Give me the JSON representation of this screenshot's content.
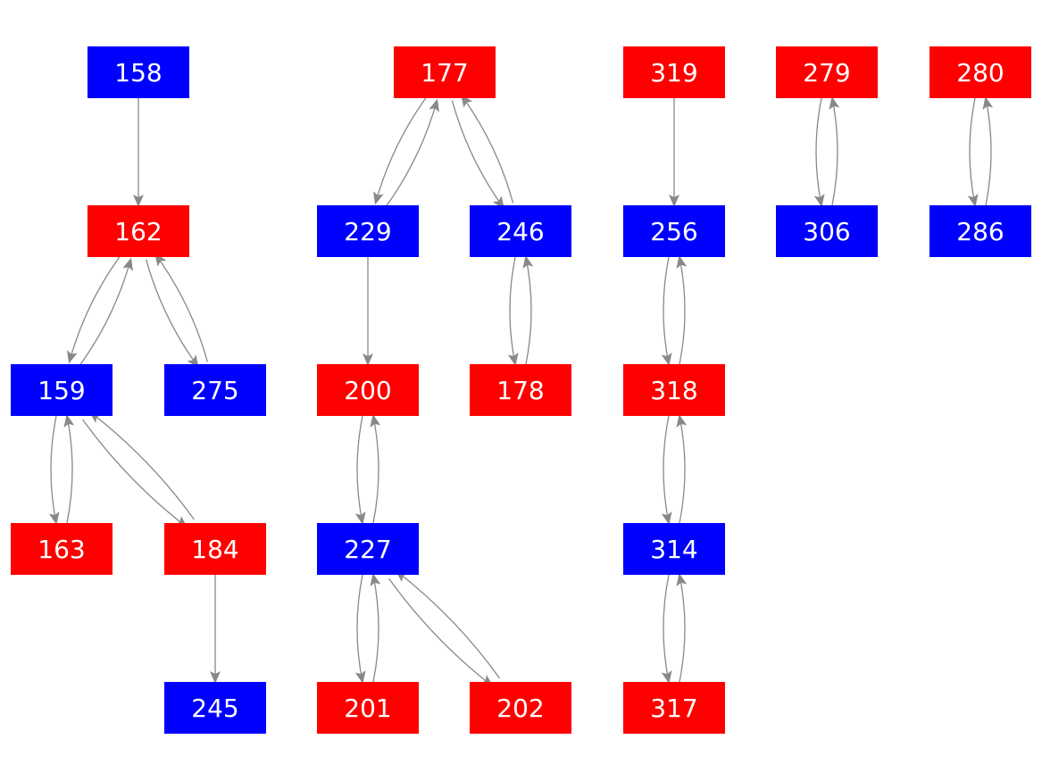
{
  "colors": {
    "red": "#ff0000",
    "blue": "#0000ff",
    "edge": "#888888",
    "background": "#ffffff",
    "label": "#ffffff"
  },
  "nodes": [
    {
      "id": "158",
      "label": "158",
      "color": "blue"
    },
    {
      "id": "162",
      "label": "162",
      "color": "red"
    },
    {
      "id": "159",
      "label": "159",
      "color": "blue"
    },
    {
      "id": "275",
      "label": "275",
      "color": "blue"
    },
    {
      "id": "163",
      "label": "163",
      "color": "red"
    },
    {
      "id": "184",
      "label": "184",
      "color": "red"
    },
    {
      "id": "245",
      "label": "245",
      "color": "blue"
    },
    {
      "id": "177",
      "label": "177",
      "color": "red"
    },
    {
      "id": "229",
      "label": "229",
      "color": "blue"
    },
    {
      "id": "246",
      "label": "246",
      "color": "blue"
    },
    {
      "id": "200",
      "label": "200",
      "color": "red"
    },
    {
      "id": "178",
      "label": "178",
      "color": "red"
    },
    {
      "id": "227",
      "label": "227",
      "color": "blue"
    },
    {
      "id": "201",
      "label": "201",
      "color": "red"
    },
    {
      "id": "202",
      "label": "202",
      "color": "red"
    },
    {
      "id": "319",
      "label": "319",
      "color": "red"
    },
    {
      "id": "256",
      "label": "256",
      "color": "blue"
    },
    {
      "id": "318",
      "label": "318",
      "color": "red"
    },
    {
      "id": "314",
      "label": "314",
      "color": "blue"
    },
    {
      "id": "317",
      "label": "317",
      "color": "red"
    },
    {
      "id": "279",
      "label": "279",
      "color": "red"
    },
    {
      "id": "306",
      "label": "306",
      "color": "blue"
    },
    {
      "id": "280",
      "label": "280",
      "color": "red"
    },
    {
      "id": "286",
      "label": "286",
      "color": "blue"
    }
  ],
  "edges": [
    {
      "from": "158",
      "to": "162"
    },
    {
      "from": "162",
      "to": "159"
    },
    {
      "from": "159",
      "to": "162"
    },
    {
      "from": "162",
      "to": "275"
    },
    {
      "from": "275",
      "to": "162"
    },
    {
      "from": "159",
      "to": "163"
    },
    {
      "from": "163",
      "to": "159"
    },
    {
      "from": "159",
      "to": "184"
    },
    {
      "from": "184",
      "to": "159"
    },
    {
      "from": "184",
      "to": "245"
    },
    {
      "from": "177",
      "to": "229"
    },
    {
      "from": "229",
      "to": "177"
    },
    {
      "from": "177",
      "to": "246"
    },
    {
      "from": "246",
      "to": "177"
    },
    {
      "from": "229",
      "to": "200"
    },
    {
      "from": "246",
      "to": "178"
    },
    {
      "from": "178",
      "to": "246"
    },
    {
      "from": "200",
      "to": "227"
    },
    {
      "from": "227",
      "to": "200"
    },
    {
      "from": "227",
      "to": "201"
    },
    {
      "from": "201",
      "to": "227"
    },
    {
      "from": "227",
      "to": "202"
    },
    {
      "from": "202",
      "to": "227"
    },
    {
      "from": "319",
      "to": "256"
    },
    {
      "from": "256",
      "to": "318"
    },
    {
      "from": "318",
      "to": "256"
    },
    {
      "from": "318",
      "to": "314"
    },
    {
      "from": "314",
      "to": "318"
    },
    {
      "from": "314",
      "to": "317"
    },
    {
      "from": "317",
      "to": "314"
    },
    {
      "from": "279",
      "to": "306"
    },
    {
      "from": "306",
      "to": "279"
    },
    {
      "from": "280",
      "to": "286"
    },
    {
      "from": "286",
      "to": "280"
    }
  ]
}
